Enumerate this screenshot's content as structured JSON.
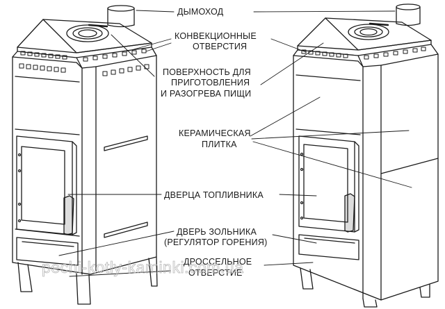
{
  "labels": {
    "chimney": "ДЫМОХОД",
    "convection_line1": "КОНВЕКЦИОННЫЕ",
    "convection_line2": "ОТВЕРСТИЯ",
    "cooking_line1": "ПОВЕРХНОСТЬ ДЛЯ",
    "cooking_line2": "ПРИГОТОВЛЕНИЯ",
    "cooking_line3": "И РАЗОГРЕВА ПИЩИ",
    "ceramic_line1": "КЕРАМИЧЕСКАЯ",
    "ceramic_line2": "ПЛИТКА",
    "firebox_door": "ДВЕРЦА ТОПЛИВНИКА",
    "ash_line1": "ДВЕРЬ ЗОЛЬНИКА",
    "ash_line2": "(РЕГУЛЯТОР ГОРЕНИЯ)",
    "throttle_line1": "ДРОССЕЛЬНОЕ",
    "throttle_line2": "ОТВЕРСТИЕ"
  },
  "watermark": "pechi-kotly-kaminki.com.ua",
  "colors": {
    "line": "#1a1a1a",
    "watermark": "#b9b9b9"
  }
}
